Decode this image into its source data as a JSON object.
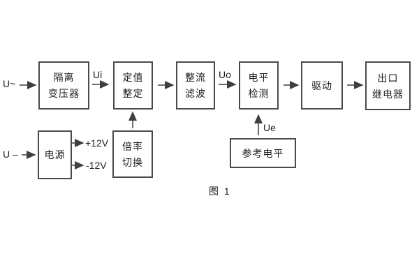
{
  "figure": {
    "caption": "图 1",
    "colors": {
      "background": "#ffffff",
      "line": "#3f3f3f",
      "text": "#1c1c1c"
    },
    "boxes": {
      "isolation": {
        "line1": "隔离",
        "line2": "变压器"
      },
      "setting": {
        "line1": "定值",
        "line2": "整定"
      },
      "rectify": {
        "line1": "整流",
        "line2": "滤波"
      },
      "level": {
        "line1": "电平",
        "line2": "检测"
      },
      "drive": {
        "line1": "驱动"
      },
      "output": {
        "line1": "出口",
        "line2": "继电器"
      },
      "power": {
        "line1": "电源"
      },
      "multiplier": {
        "line1": "倍率",
        "line2": "切换"
      },
      "reference": {
        "line1": "参考电平"
      }
    },
    "labels": {
      "input_ac": "U~",
      "input_dc": "U –",
      "ui": "Ui",
      "uo": "Uo",
      "ue": "Ue",
      "plus_12v": "+12V",
      "minus_12v": "-12V"
    }
  }
}
